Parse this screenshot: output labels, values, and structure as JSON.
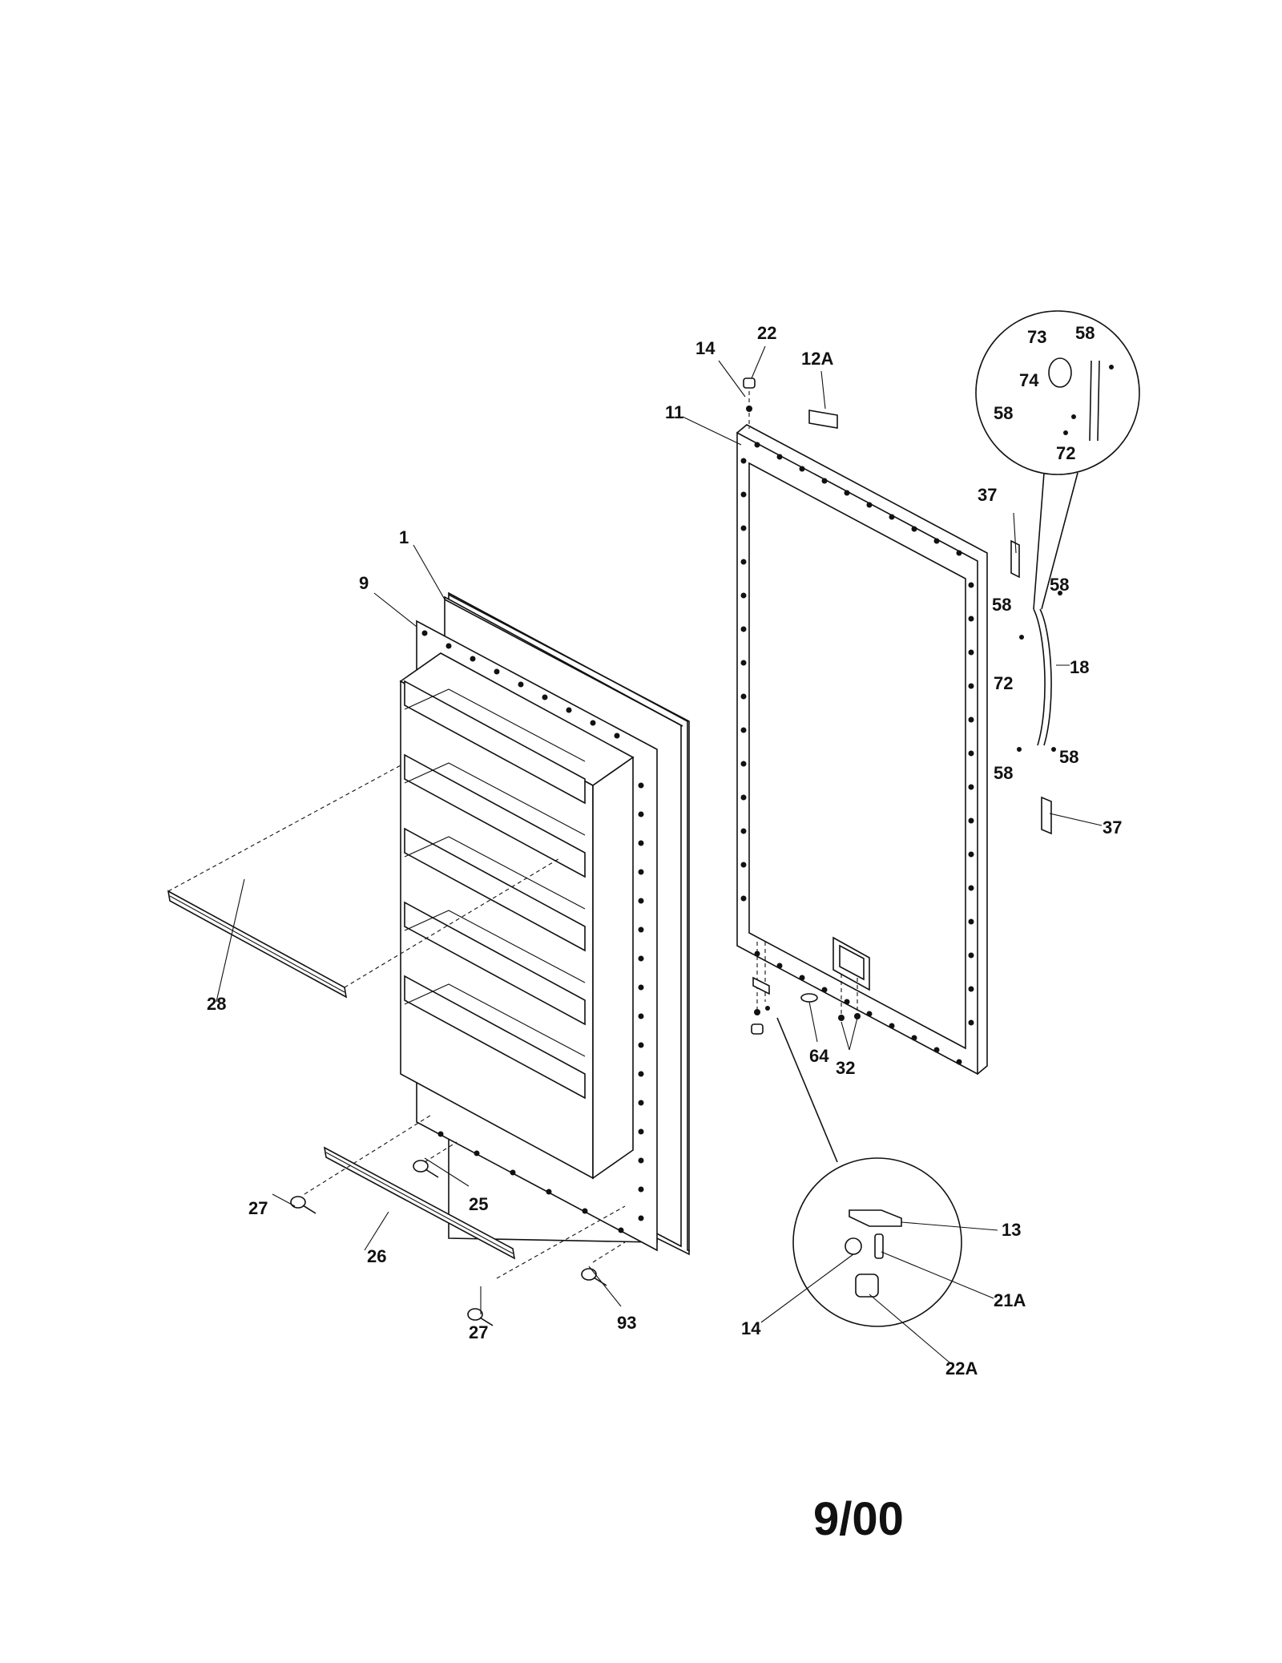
{
  "parts": {
    "p1": "1",
    "p9": "9",
    "p11": "11",
    "p12a": "12A",
    "p13": "13",
    "p14_top": "14",
    "p14_detail": "14",
    "p18": "18",
    "p21a": "21A",
    "p22_top": "22",
    "p22a": "22A",
    "p25": "25",
    "p26": "26",
    "p27_left": "27",
    "p27_bottom": "27",
    "p28": "28",
    "p32": "32",
    "p37_top": "37",
    "p37_bottom": "37",
    "p58_a": "58",
    "p58_b": "58",
    "p58_c": "58",
    "p58_d": "58",
    "p58_e": "58",
    "p58_f": "58",
    "p64": "64",
    "p72_a": "72",
    "p72_b": "72",
    "p73": "73",
    "p74": "74",
    "p93": "93"
  },
  "revision_date": "9/00"
}
